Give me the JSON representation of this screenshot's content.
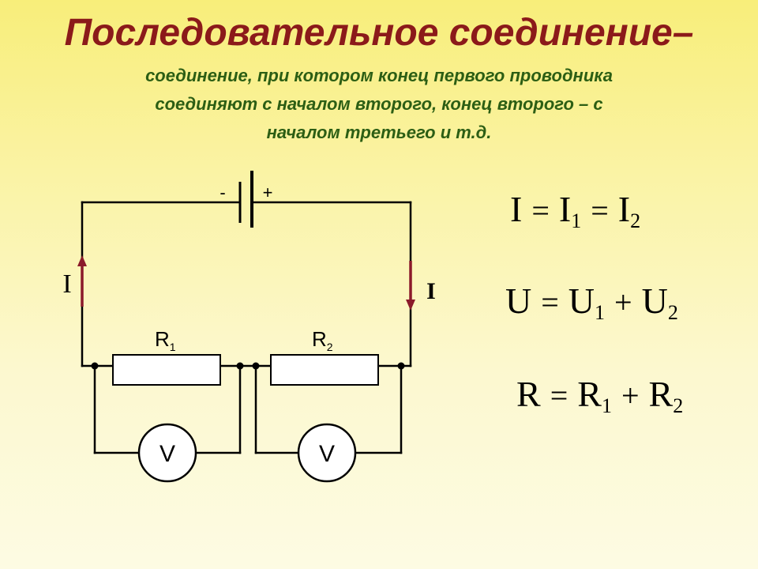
{
  "title": "Последовательное соединение–",
  "definition": {
    "line1": "соединение, при котором конец первого проводника",
    "line2": "соединяют с началом второго, конец второго – с",
    "line3": "началом третьего и т.д."
  },
  "circuit": {
    "battery_minus": "-",
    "battery_plus": "+",
    "current_left": "I",
    "current_right": "I",
    "resistor1": {
      "letter": "R",
      "index": "1"
    },
    "resistor2": {
      "letter": "R",
      "index": "2"
    },
    "voltmeter1": "V",
    "voltmeter2": "V",
    "current_arrow_color": "#8b1a2a"
  },
  "formulas": {
    "current": {
      "total": "I",
      "eq1": "=",
      "t1": "I",
      "t1_sub": "1",
      "eq2": "=",
      "t2": "I",
      "t2_sub": "2"
    },
    "voltage": {
      "total": "U",
      "eq": "=",
      "t1": "U",
      "t1_sub": "1",
      "plus": "+",
      "t2": "U",
      "t2_sub": "2"
    },
    "resistance": {
      "total": "R",
      "eq": "=",
      "t1": "R",
      "t1_sub": "1",
      "plus": "+",
      "t2": "R",
      "t2_sub": "2"
    }
  }
}
